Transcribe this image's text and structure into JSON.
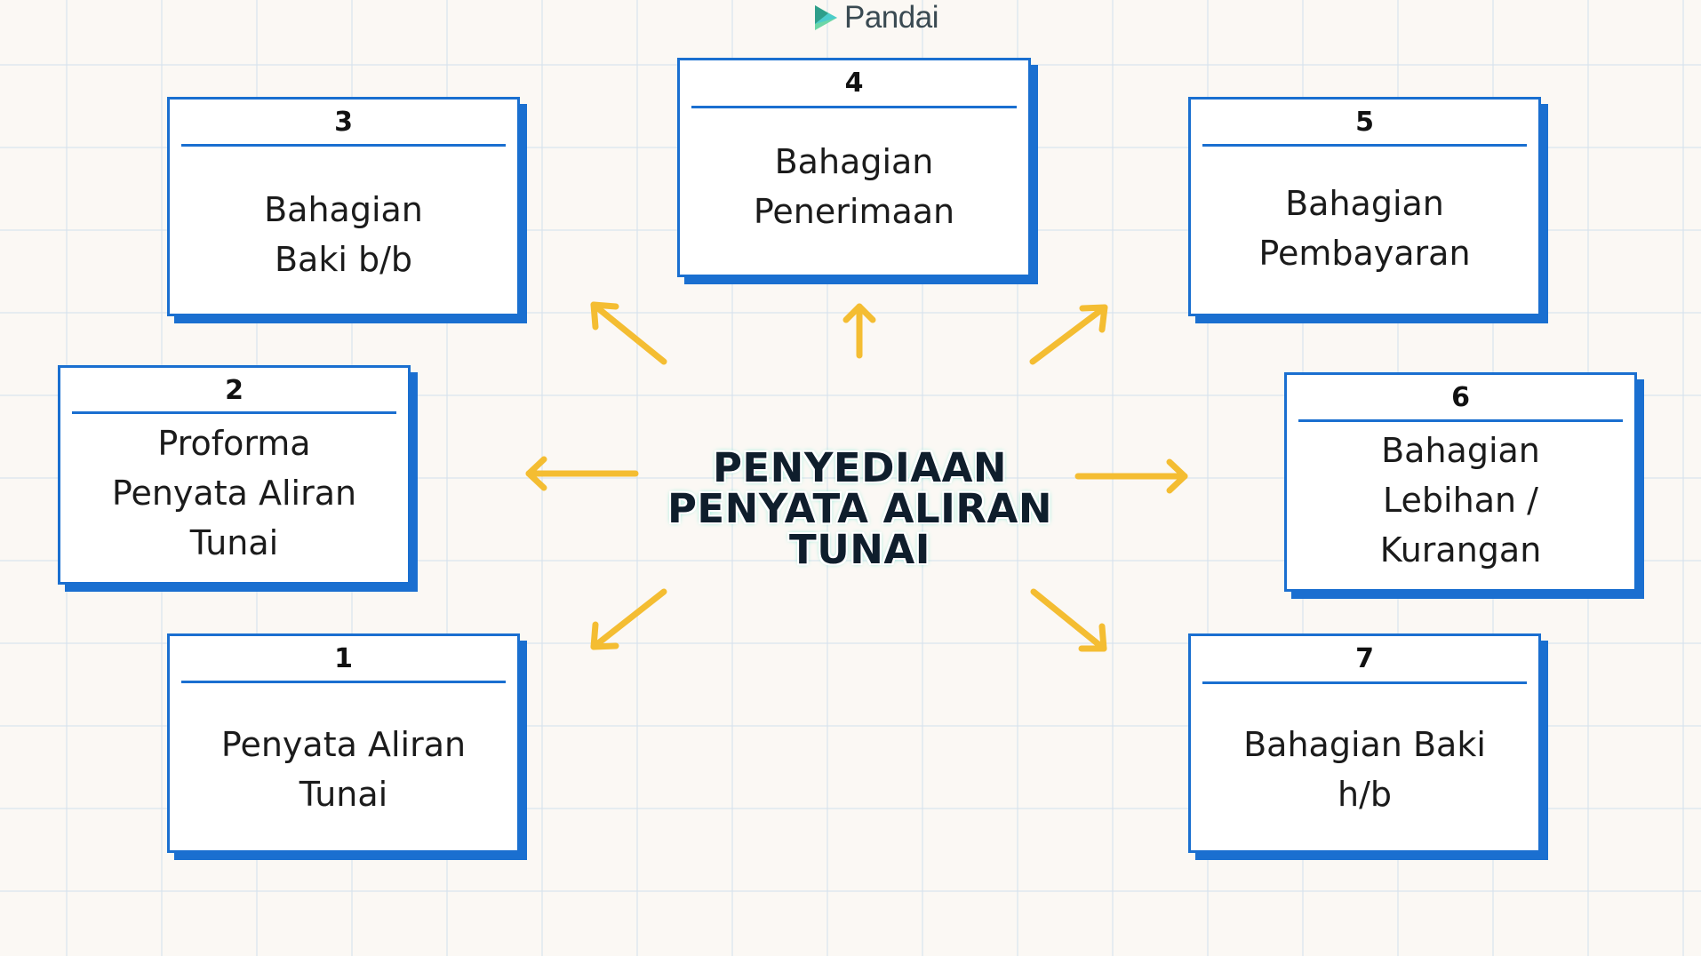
{
  "logo": {
    "text": "Pandai",
    "icon": "leaf-icon",
    "colors": [
      "#6cd6a6",
      "#2e9e8a",
      "#43c9d6"
    ]
  },
  "center": {
    "lines": [
      "PENYEDIAAN",
      "PENYATA ALIRAN",
      "TUNAI"
    ],
    "text_color": "#0f1e2c",
    "glow_color": "#4fe6c8"
  },
  "colors": {
    "box_border": "#1a6fd0",
    "arrow": "#f4bd32",
    "background": "#fbf8f4"
  },
  "boxes": [
    {
      "number": "1",
      "label_lines": [
        "Penyata Aliran",
        "Tunai"
      ]
    },
    {
      "number": "2",
      "label_lines": [
        "Proforma",
        "Penyata Aliran",
        "Tunai"
      ]
    },
    {
      "number": "3",
      "label_lines": [
        "Bahagian",
        "Baki b/b"
      ]
    },
    {
      "number": "4",
      "label_lines": [
        "Bahagian",
        "Penerimaan"
      ]
    },
    {
      "number": "5",
      "label_lines": [
        "Bahagian",
        "Pembayaran"
      ]
    },
    {
      "number": "6",
      "label_lines": [
        "Bahagian",
        "Lebihan /",
        "Kurangan"
      ]
    },
    {
      "number": "7",
      "label_lines": [
        "Bahagian Baki",
        "h/b"
      ]
    }
  ]
}
